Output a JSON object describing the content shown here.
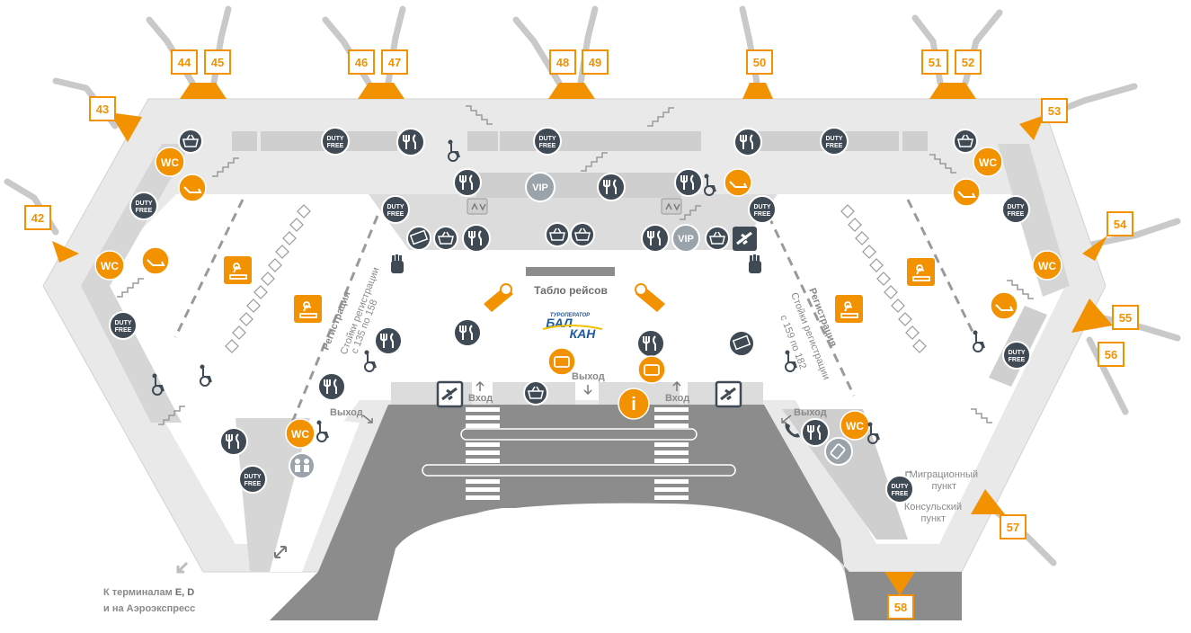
{
  "gates": {
    "g42": "42",
    "g43": "43",
    "g44": "44",
    "g45": "45",
    "g46": "46",
    "g47": "47",
    "g48": "48",
    "g49": "49",
    "g50": "50",
    "g51": "51",
    "g52": "52",
    "g53": "53",
    "g54": "54",
    "g55": "55",
    "g56": "56",
    "g57": "57",
    "g58": "58"
  },
  "labels": {
    "flight_board": "Табло рейсов",
    "entrance": "Вход",
    "exit": "Выход",
    "migration_1": "Миграционный",
    "migration_2": "пункт",
    "consular_1": "Консульский",
    "consular_2": "пункт",
    "to_terminals_prefix": "К терминалам",
    "to_terminals_letters": "E, D",
    "to_aeroexpress": "и на Аэроэкспресс",
    "registration": "Регистрация",
    "counters_left_1": "Стойки регистрации",
    "counters_left_2": "с 135 по 158",
    "counters_right_1": "Стойки регистрации",
    "counters_right_2": "с 159 по 182"
  },
  "icons": {
    "wc": "WC",
    "duty_1": "DUTY",
    "duty_2": "FREE",
    "vip": "VIP",
    "info": "i"
  },
  "logo": {
    "top": "ТУРОПЕРАТОР",
    "line1": "БАЛ",
    "line2": "КАН"
  },
  "colors": {
    "accent": "#f39200",
    "dark_icon": "#3f4a55",
    "floor": "#e8e8e8",
    "apron": "#8c8c8c"
  }
}
